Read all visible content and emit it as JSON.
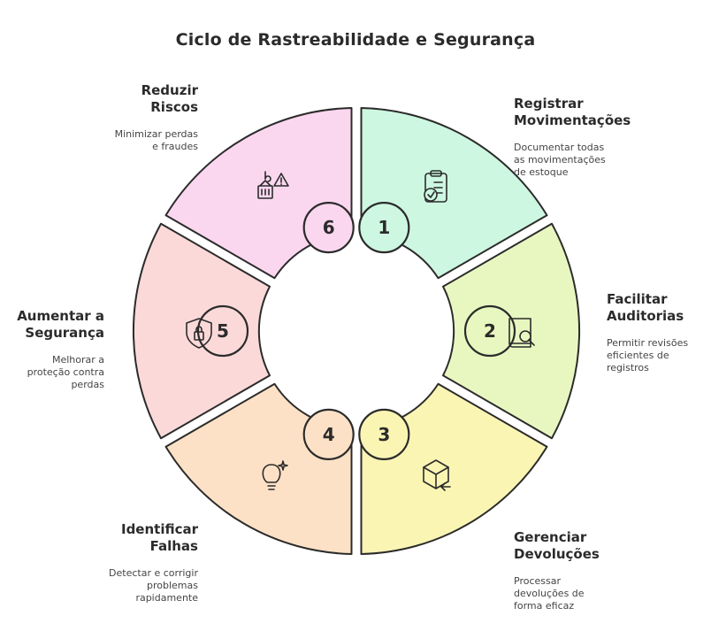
{
  "title": "Ciclo de Rastreabilidade e Segurança",
  "steps": [
    {
      "number": "1",
      "title": "Registrar Movimentações",
      "title_lines": [
        "Registrar",
        "Movimentações"
      ],
      "description_lines": [
        "Documentar todas",
        "as movimentações",
        "de estoque"
      ],
      "icon": "clipboard-check-icon",
      "color": "#cdf7e1"
    },
    {
      "number": "2",
      "title": "Facilitar Auditorias",
      "title_lines": [
        "Facilitar",
        "Auditorias"
      ],
      "description_lines": [
        "Permitir revisões",
        "eficientes de",
        "registros"
      ],
      "icon": "book-search-icon",
      "color": "#e8f7c0"
    },
    {
      "number": "3",
      "title": "Gerenciar Devoluções",
      "title_lines": [
        "Gerenciar",
        "Devoluções"
      ],
      "description_lines": [
        "Processar",
        "devoluções de",
        "forma eficaz"
      ],
      "icon": "box-return-icon",
      "color": "#fbf5b4"
    },
    {
      "number": "4",
      "title": "Identificar Falhas",
      "title_lines": [
        "Identificar",
        "Falhas"
      ],
      "description_lines": [
        "Detectar e corrigir",
        "problemas",
        "rapidamente"
      ],
      "icon": "lightbulb-sparkle-icon",
      "color": "#fde1c6"
    },
    {
      "number": "5",
      "title": "Aumentar a Segurança",
      "title_lines": [
        "Aumentar a",
        "Segurança"
      ],
      "description_lines": [
        "Melhorar a",
        "proteção contra",
        "perdas"
      ],
      "icon": "shield-lock-icon",
      "color": "#fcd9d9"
    },
    {
      "number": "6",
      "title": "Reduzir Riscos",
      "title_lines": [
        "Reduzir",
        "Riscos"
      ],
      "description_lines": [
        "Minimizar perdas",
        "e fraudes"
      ],
      "icon": "hoist-warning-icon",
      "color": "#fbd7ef"
    }
  ]
}
